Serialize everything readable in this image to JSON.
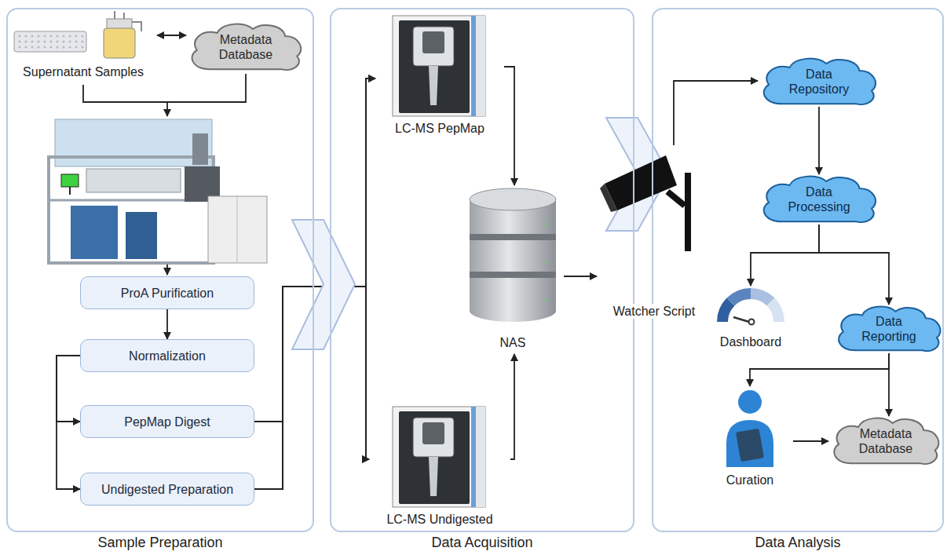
{
  "diagram": {
    "nodes": [
      {
        "text": [
          "Sample Preparation"
        ]
      },
      {
        "text": [
          "Supernatant Samples"
        ],
        "in": 0
      },
      {
        "text": [
          "Metadata Database"
        ],
        "in": 0
      },
      {
        "text": [
          "ProA Purification"
        ],
        "in": 0
      },
      {
        "text": [
          "Normalization"
        ],
        "in": 0
      },
      {
        "text": [
          "PepMap Digest"
        ],
        "in": 0
      },
      {
        "text": [
          "Undigested Preparation"
        ],
        "in": 0
      },
      {
        "text": [
          "Data Acquisition"
        ]
      },
      {
        "text": [
          "LC-MS PepMap"
        ],
        "in": 7
      },
      {
        "text": [
          "NAS"
        ],
        "in": 7
      },
      {
        "text": [
          "LC-MS Undigested"
        ],
        "in": 7
      },
      {
        "text": [
          "Watcher Script"
        ]
      },
      {
        "text": [
          "Data Analysis"
        ]
      },
      {
        "text": [
          "Data Repository"
        ],
        "in": 12
      },
      {
        "text": [
          "Data Processing"
        ],
        "in": 12
      },
      {
        "text": [
          "Dashboard"
        ],
        "in": 12
      },
      {
        "text": [
          "Data Reporting"
        ],
        "in": 12
      },
      {
        "text": [
          "Curation"
        ],
        "in": 12
      },
      {
        "text": [
          "Metadata Database"
        ],
        "in": 12
      }
    ],
    "edges": [
      {
        "from": 1,
        "to": 2,
        "arrow": "both"
      },
      {
        "from": 3,
        "to": 4,
        "arrow": "to"
      },
      {
        "from": 4,
        "to": 5,
        "arrow": "to"
      },
      {
        "from": 4,
        "to": 6,
        "arrow": "to"
      },
      {
        "from": 5,
        "to": 8,
        "arrow": "to"
      },
      {
        "from": 5,
        "to": 10,
        "arrow": "to"
      },
      {
        "from": 6,
        "to": 8,
        "arrow": "to"
      },
      {
        "from": 6,
        "to": 10,
        "arrow": "to"
      },
      {
        "from": 8,
        "to": 9,
        "arrow": "to"
      },
      {
        "from": 10,
        "to": 9,
        "arrow": "to"
      },
      {
        "from": 9,
        "to": 11,
        "arrow": "to"
      },
      {
        "from": 11,
        "to": 13,
        "arrow": "to"
      },
      {
        "from": 13,
        "to": 14,
        "arrow": "to"
      },
      {
        "from": 14,
        "to": 15,
        "arrow": "to"
      },
      {
        "from": 14,
        "to": 16,
        "arrow": "to"
      },
      {
        "from": 16,
        "to": 17,
        "arrow": "to"
      },
      {
        "from": 16,
        "to": 18,
        "arrow": "to"
      },
      {
        "from": 17,
        "to": 18,
        "arrow": "to"
      }
    ]
  }
}
